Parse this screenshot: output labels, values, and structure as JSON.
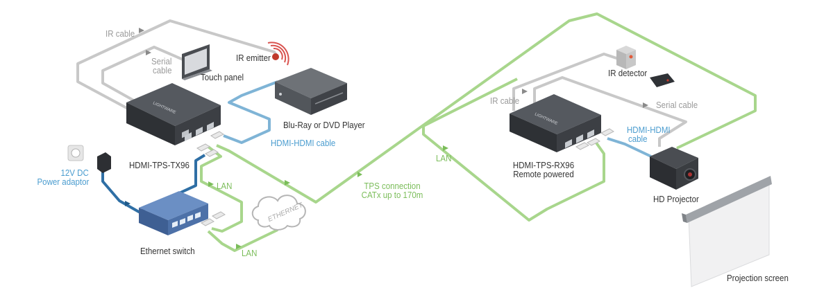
{
  "colors": {
    "lan": "#a8d68c",
    "ir_serial": "#c8c8c8",
    "hdmi": "#7fb4d6",
    "power": "#2f6fa5",
    "device_dark": "#3c3f44",
    "label_dark": "#333333",
    "label_gray": "#9a9a9a",
    "label_green": "#7bbd5a",
    "label_blue": "#4a9ccf"
  },
  "labels": {
    "ir_cable_left": "IR cable",
    "serial_cable_left_1": "Serial",
    "serial_cable_left_2": "cable",
    "touch_panel": "Touch panel",
    "ir_emitter": "IR emitter",
    "bluray": "Blu-Ray or DVD Player",
    "hdmi_cable_left": "HDMI-HDMI cable",
    "transmitter": "HDMI-TPS-TX96",
    "power_1": "12V DC",
    "power_2": "Power adaptor",
    "lan_left": "LAN",
    "ethernet_switch": "Ethernet switch",
    "ethernet_cloud": "ETHERNET",
    "lan_bottom": "LAN",
    "tps_1": "TPS connection",
    "tps_2": "CATx up to 170m",
    "lan_right": "LAN",
    "ir_cable_right": "IR cable",
    "ir_detector": "IR detector",
    "serial_cable_right": "Serial cable",
    "hdmi_cable_right_1": "HDMI-HDMI",
    "hdmi_cable_right_2": "cable",
    "receiver_1": "HDMI-TPS-RX96",
    "receiver_2": "Remote powered",
    "projector": "HD Projector",
    "screen": "Projection screen"
  }
}
